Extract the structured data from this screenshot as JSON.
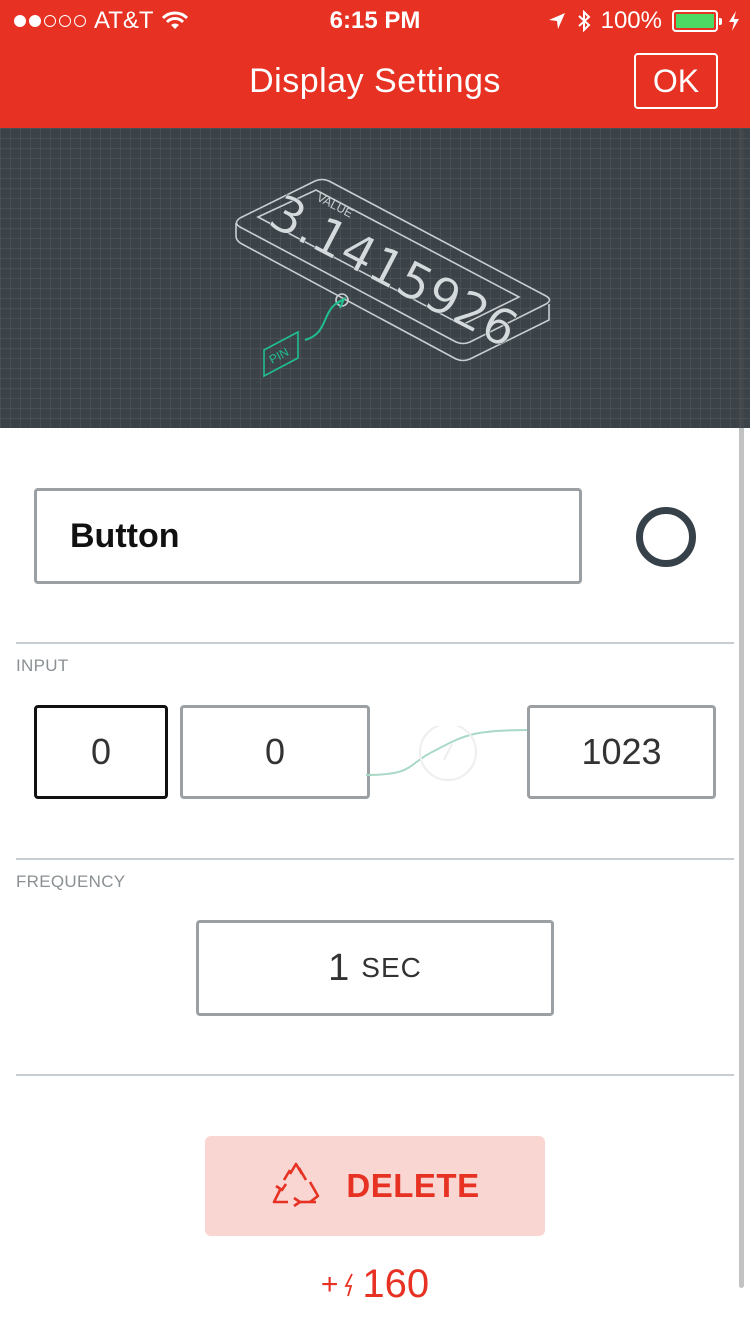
{
  "status_bar": {
    "carrier": "AT&T",
    "time": "6:15 PM",
    "battery": "100%",
    "icons": [
      "signal-dots-icon",
      "wifi-icon",
      "location-arrow-icon",
      "bluetooth-icon",
      "battery-icon",
      "charging-bolt-icon"
    ]
  },
  "header": {
    "title": "Display Settings",
    "ok_label": "OK",
    "color": "#e63123"
  },
  "preview": {
    "widget_label": "VALUE",
    "widget_value": "3.1415926",
    "pin_label": "PIN",
    "wire_color": "#1fbf8f"
  },
  "name": {
    "value": "Button",
    "ring_color": "#37414a"
  },
  "input": {
    "section_label": "INPUT",
    "pin_value": "0",
    "min_value": "0",
    "max_value": "1023"
  },
  "frequency": {
    "section_label": "FREQUENCY",
    "value": "1",
    "unit": "SEC"
  },
  "delete": {
    "label": "DELETE",
    "icon": "recycle-icon",
    "cost_prefix": "+",
    "cost_icon": "energy-bolt-icon",
    "cost_value": "160",
    "accent": "#e63123"
  }
}
